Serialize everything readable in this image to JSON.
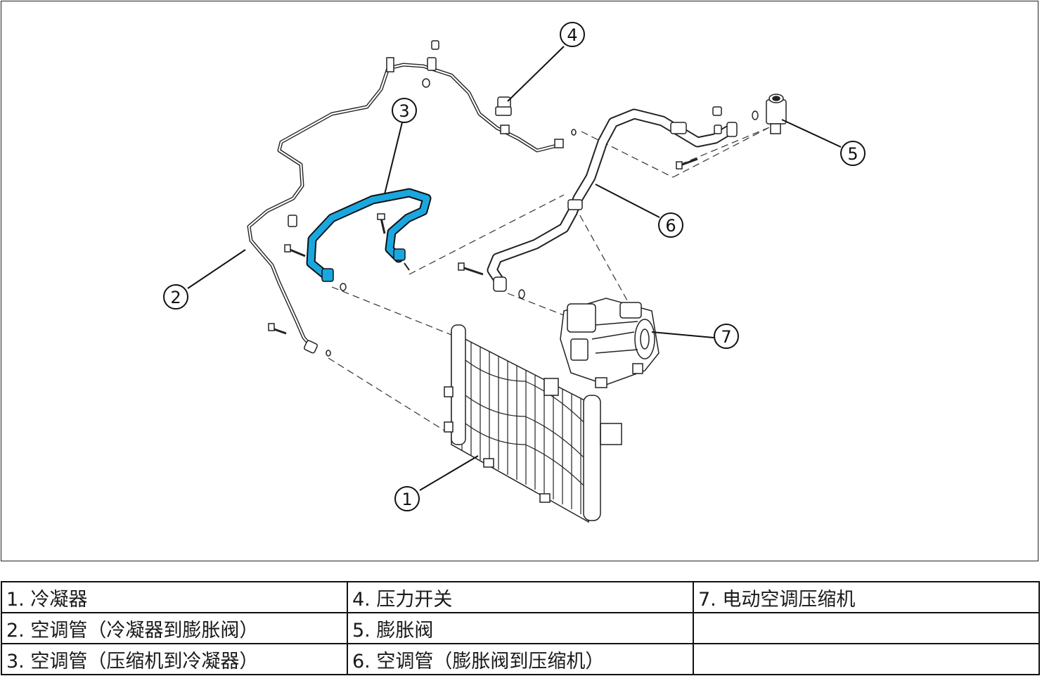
{
  "callouts": [
    "1",
    "2",
    "3",
    "4",
    "5",
    "6",
    "7"
  ],
  "legend": [
    [
      "1. 冷凝器",
      "4. 压力开关",
      "7. 电动空调压缩机"
    ],
    [
      "2. 空调管（冷凝器到膨胀阀）",
      "5. 膨胀阀",
      ""
    ],
    [
      "3. 空调管（压缩机到冷凝器）",
      "6. 空调管（膨胀阀到压缩机）",
      ""
    ]
  ],
  "colors": {
    "highlight_pipe": "#1aa7e0",
    "line": "#222222"
  }
}
